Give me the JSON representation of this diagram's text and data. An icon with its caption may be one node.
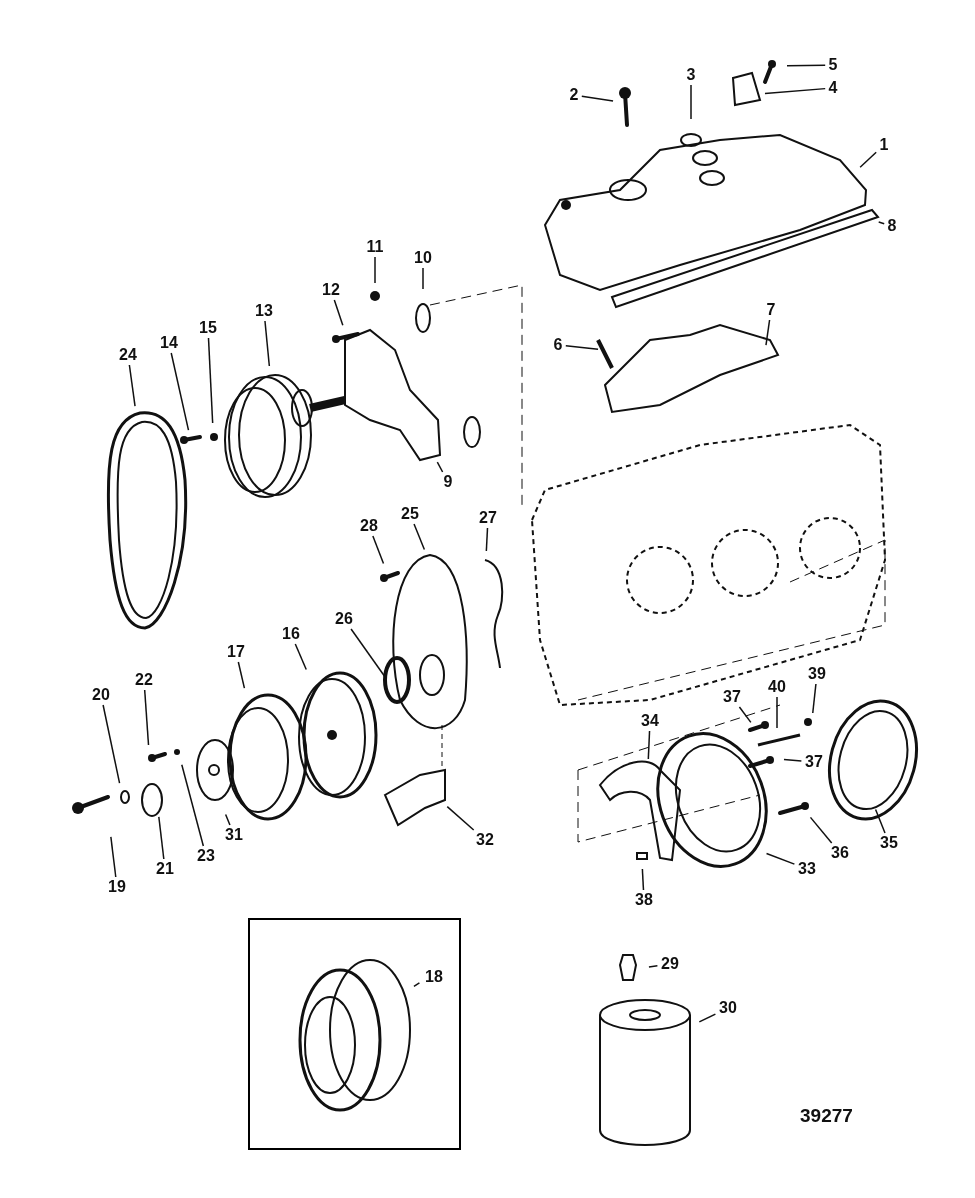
{
  "diagram": {
    "nodes": [
      {
        "text": [
          "1"
        ]
      },
      {
        "text": [
          "2"
        ]
      },
      {
        "text": [
          "3"
        ]
      },
      {
        "text": [
          "4"
        ]
      },
      {
        "text": [
          "5"
        ]
      },
      {
        "text": [
          "6"
        ]
      },
      {
        "text": [
          "7"
        ]
      },
      {
        "text": [
          "8"
        ]
      },
      {
        "text": [
          "9"
        ]
      },
      {
        "text": [
          "10"
        ]
      },
      {
        "text": [
          "11"
        ]
      },
      {
        "text": [
          "12"
        ]
      },
      {
        "text": [
          "13"
        ]
      },
      {
        "text": [
          "14"
        ]
      },
      {
        "text": [
          "15"
        ]
      },
      {
        "text": [
          "16"
        ]
      },
      {
        "text": [
          "17"
        ]
      },
      {
        "text": [],
        "shape": "box"
      },
      {
        "text": [
          "18"
        ],
        "in": 17
      },
      {
        "text": [
          "19"
        ]
      },
      {
        "text": [
          "20"
        ]
      },
      {
        "text": [
          "21"
        ]
      },
      {
        "text": [
          "22"
        ]
      },
      {
        "text": [
          "23"
        ]
      },
      {
        "text": [
          "24"
        ]
      },
      {
        "text": [
          "25"
        ]
      },
      {
        "text": [
          "26"
        ]
      },
      {
        "text": [
          "27"
        ]
      },
      {
        "text": [
          "28"
        ]
      },
      {
        "text": [
          "29"
        ]
      },
      {
        "text": [
          "30"
        ]
      },
      {
        "text": [
          "31"
        ]
      },
      {
        "text": [
          "32"
        ]
      },
      {
        "text": [
          "33"
        ]
      },
      {
        "text": [
          "34"
        ]
      },
      {
        "text": [
          "35"
        ]
      },
      {
        "text": [
          "36"
        ]
      },
      {
        "text": [
          "37"
        ]
      },
      {
        "text": [
          "37"
        ]
      },
      {
        "text": [
          "38"
        ]
      },
      {
        "text": [
          "39"
        ]
      },
      {
        "text": [
          "40"
        ]
      }
    ],
    "edges": [
      {
        "from": 0,
        "to": null,
        "arrow": "none"
      },
      {
        "from": 1,
        "to": null,
        "arrow": "none"
      },
      {
        "from": 2,
        "to": null,
        "arrow": "none"
      },
      {
        "from": 3,
        "to": null,
        "arrow": "none"
      },
      {
        "from": 4,
        "to": null,
        "arrow": "none"
      },
      {
        "from": 5,
        "to": null,
        "arrow": "none"
      },
      {
        "from": 6,
        "to": null,
        "arrow": "none"
      },
      {
        "from": 7,
        "to": null,
        "arrow": "none"
      },
      {
        "from": 8,
        "to": null,
        "arrow": "none"
      },
      {
        "from": 9,
        "to": null,
        "arrow": "none"
      },
      {
        "from": 10,
        "to": null,
        "arrow": "none"
      },
      {
        "from": 11,
        "to": null,
        "arrow": "none"
      },
      {
        "from": 12,
        "to": null,
        "arrow": "none"
      },
      {
        "from": 13,
        "to": null,
        "arrow": "none"
      },
      {
        "from": 14,
        "to": null,
        "arrow": "none"
      },
      {
        "from": 15,
        "to": null,
        "arrow": "none"
      },
      {
        "from": 16,
        "to": null,
        "arrow": "none"
      },
      {
        "from": 18,
        "to": null,
        "arrow": "none"
      },
      {
        "from": 19,
        "to": null,
        "arrow": "none"
      },
      {
        "from": 20,
        "to": null,
        "arrow": "none"
      },
      {
        "from": 21,
        "to": null,
        "arrow": "none"
      },
      {
        "from": 22,
        "to": null,
        "arrow": "none"
      },
      {
        "from": 23,
        "to": null,
        "arrow": "none"
      },
      {
        "from": 24,
        "to": null,
        "arrow": "none"
      },
      {
        "from": 25,
        "to": null,
        "arrow": "none"
      },
      {
        "from": 26,
        "to": null,
        "arrow": "none"
      },
      {
        "from": 27,
        "to": null,
        "arrow": "none"
      },
      {
        "from": 28,
        "to": null,
        "arrow": "none"
      },
      {
        "from": 29,
        "to": null,
        "arrow": "none"
      },
      {
        "from": 30,
        "to": null,
        "arrow": "none"
      },
      {
        "from": 31,
        "to": null,
        "arrow": "none"
      },
      {
        "from": 32,
        "to": null,
        "arrow": "none"
      },
      {
        "from": 33,
        "to": null,
        "arrow": "none"
      },
      {
        "from": 34,
        "to": null,
        "arrow": "none"
      },
      {
        "from": 35,
        "to": null,
        "arrow": "none"
      },
      {
        "from": 36,
        "to": null,
        "arrow": "none"
      },
      {
        "from": 37,
        "to": null,
        "arrow": "none"
      },
      {
        "from": 38,
        "to": null,
        "arrow": "none"
      },
      {
        "from": 39,
        "to": null,
        "arrow": "none"
      },
      {
        "from": 40,
        "to": null,
        "arrow": "none"
      },
      {
        "from": 41,
        "to": null,
        "arrow": "none"
      }
    ],
    "labels": [
      "39277"
    ]
  }
}
